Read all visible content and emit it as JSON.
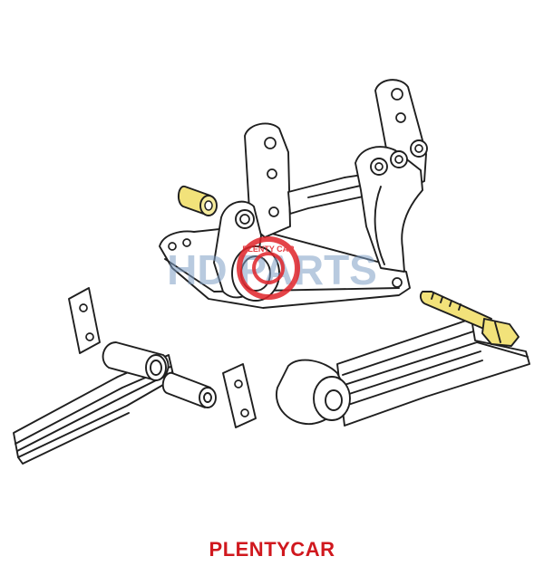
{
  "caption": {
    "text": "PLENTYCAR"
  },
  "watermark": {
    "text": "HD PARTS",
    "seal_text": "PLENTY CAR"
  },
  "colors": {
    "caption": "#d0181e",
    "highlight": "#f2e27a",
    "seal": "#e0242a",
    "watermark": "#7f9fc6",
    "ink": "#1f1f1f"
  }
}
